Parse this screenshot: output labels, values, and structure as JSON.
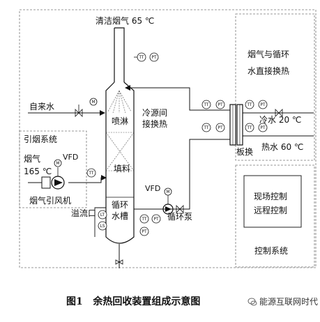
{
  "labels": {
    "clean_flue": "清洁烟气 65 ℃",
    "tap_water": "自来水",
    "spray": "喷淋",
    "packing": "填料",
    "circ_tank_1": "循环",
    "circ_tank_2": "水槽",
    "cold_indirect_1": "冷源间",
    "cold_indirect_2": "接换热",
    "flue_system": "引烟系统",
    "flue_gas": "烟气",
    "flue_temp": "165 ℃",
    "vfd_fan": "VFD",
    "fan_label": "烟气引风机",
    "vfd_pump": "VFD",
    "overflow": "溢流口",
    "circ_pump": "循环泵",
    "direct_exchange_1": "烟气与循环",
    "direct_exchange_2": "水直接换热",
    "cold_water": "冷水 20 ℃",
    "hot_water": "热水 60 ℃",
    "plate_exchanger": "板换",
    "control_1": "现场控制",
    "control_2": "远程控制",
    "control_system": "控制系统"
  },
  "instruments": {
    "tt": "TT",
    "pt": "PT",
    "m": "M",
    "lt": "LT",
    "ls": "LS"
  },
  "caption": {
    "figure_no": "图1",
    "title": "余热回收装置组成示意图"
  },
  "watermark": "能源互联网时代"
}
